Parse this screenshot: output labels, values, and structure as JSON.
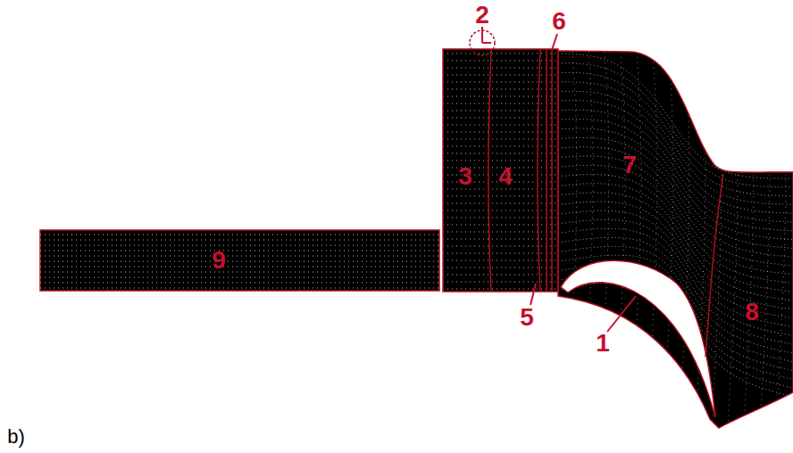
{
  "diagram": {
    "labels": [
      "2",
      "6",
      "3",
      "4",
      "7",
      "9",
      "5",
      "1",
      "8",
      "b)"
    ]
  }
}
